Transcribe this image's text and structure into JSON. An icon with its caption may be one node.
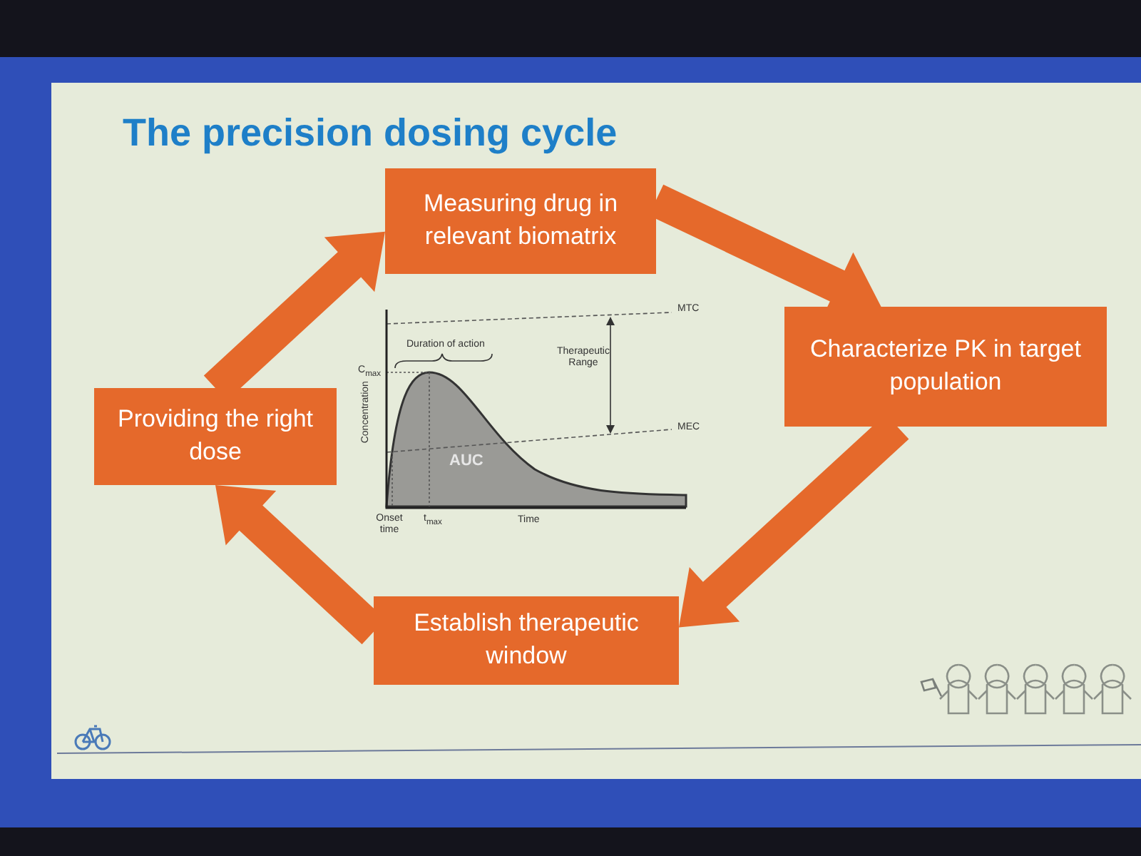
{
  "diagram": {
    "title": "The precision dosing cycle",
    "nodes": [
      {
        "text": [
          "Measuring drug in relevant biomatrix"
        ]
      },
      {
        "text": [
          "Characterize PK in target population"
        ]
      },
      {
        "text": [
          "Establish therapeutic window"
        ]
      },
      {
        "text": [
          "Providing the right dose"
        ]
      }
    ],
    "edges": [
      {
        "from": 3,
        "to": 0,
        "arrow": "to"
      },
      {
        "from": 0,
        "to": 1,
        "arrow": "to"
      },
      {
        "from": 1,
        "to": 2,
        "arrow": "to"
      },
      {
        "from": 2,
        "to": 3,
        "arrow": "to"
      }
    ],
    "labels": [
      "MTC",
      "Duration of action",
      "Therapeutic Range",
      "C$_{max}$",
      "Concentration",
      "MEC",
      "AUC",
      "Onset time",
      "t$_{max}$",
      "Time"
    ]
  }
}
